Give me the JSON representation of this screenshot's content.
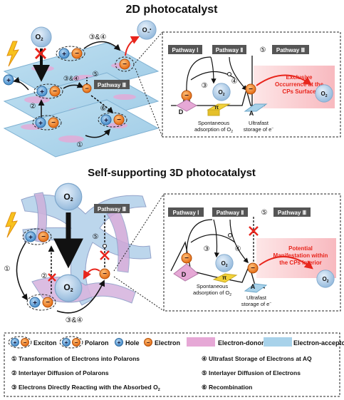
{
  "titles": {
    "top": "2D photocatalyst",
    "bottom": "Self-supporting 3D photocatalyst"
  },
  "molecule": "O",
  "molecule_sub": "2",
  "step_refs": {
    "three_four": "③&④",
    "five": "⑤",
    "six": "⑥",
    "one": "①",
    "two": "②",
    "three": "③",
    "four": "④"
  },
  "pathways": {
    "p1": "Pathway Ⅰ",
    "p2": "Pathway Ⅱ",
    "p3": "Pathway Ⅲ"
  },
  "mechanism_labels": {
    "donor": "D",
    "pi": "π",
    "acceptor": "A",
    "spontaneous_line1": "Spontaneous",
    "spontaneous_line2": "adsorption of O",
    "ultrafast_line1": "Ultrafast",
    "ultrafast_line2": "storage of e",
    "exclusive_line1": "Exclusive",
    "exclusive_line2": "Occurrence at the",
    "exclusive_line3": "CPs Surface",
    "potential_line1": "Potential",
    "potential_line2": "Manifestation within",
    "potential_line3": "the CPs Interior"
  },
  "legend": {
    "exciton": "Exciton",
    "polaron": "Polaron",
    "hole": "Hole",
    "electron": "Electron",
    "donor": "Electron-donor",
    "acceptor": "Electron-acceptor",
    "items": [
      "① Transformation of Electrons into Polarons",
      "② Interlayer Diffusion of Polarons",
      "③ Electrons Directly Reacting with the Absorbed O",
      "④ Ultrafast Storage of Electrons at AQ",
      "⑤ Interlayer Diffusion of Electrons",
      "⑥ Recombination"
    ]
  },
  "colors": {
    "electron": "#f07a1e",
    "hole": "#5aa0d8",
    "o2": "#a9c8e4",
    "donor": "#e6a8d6",
    "acceptor": "#a8d2ea",
    "red": "#e8251c",
    "pink_box": "#fbd5d8",
    "pi_yellow": "#f2d23a",
    "dark_label": "#444444"
  }
}
